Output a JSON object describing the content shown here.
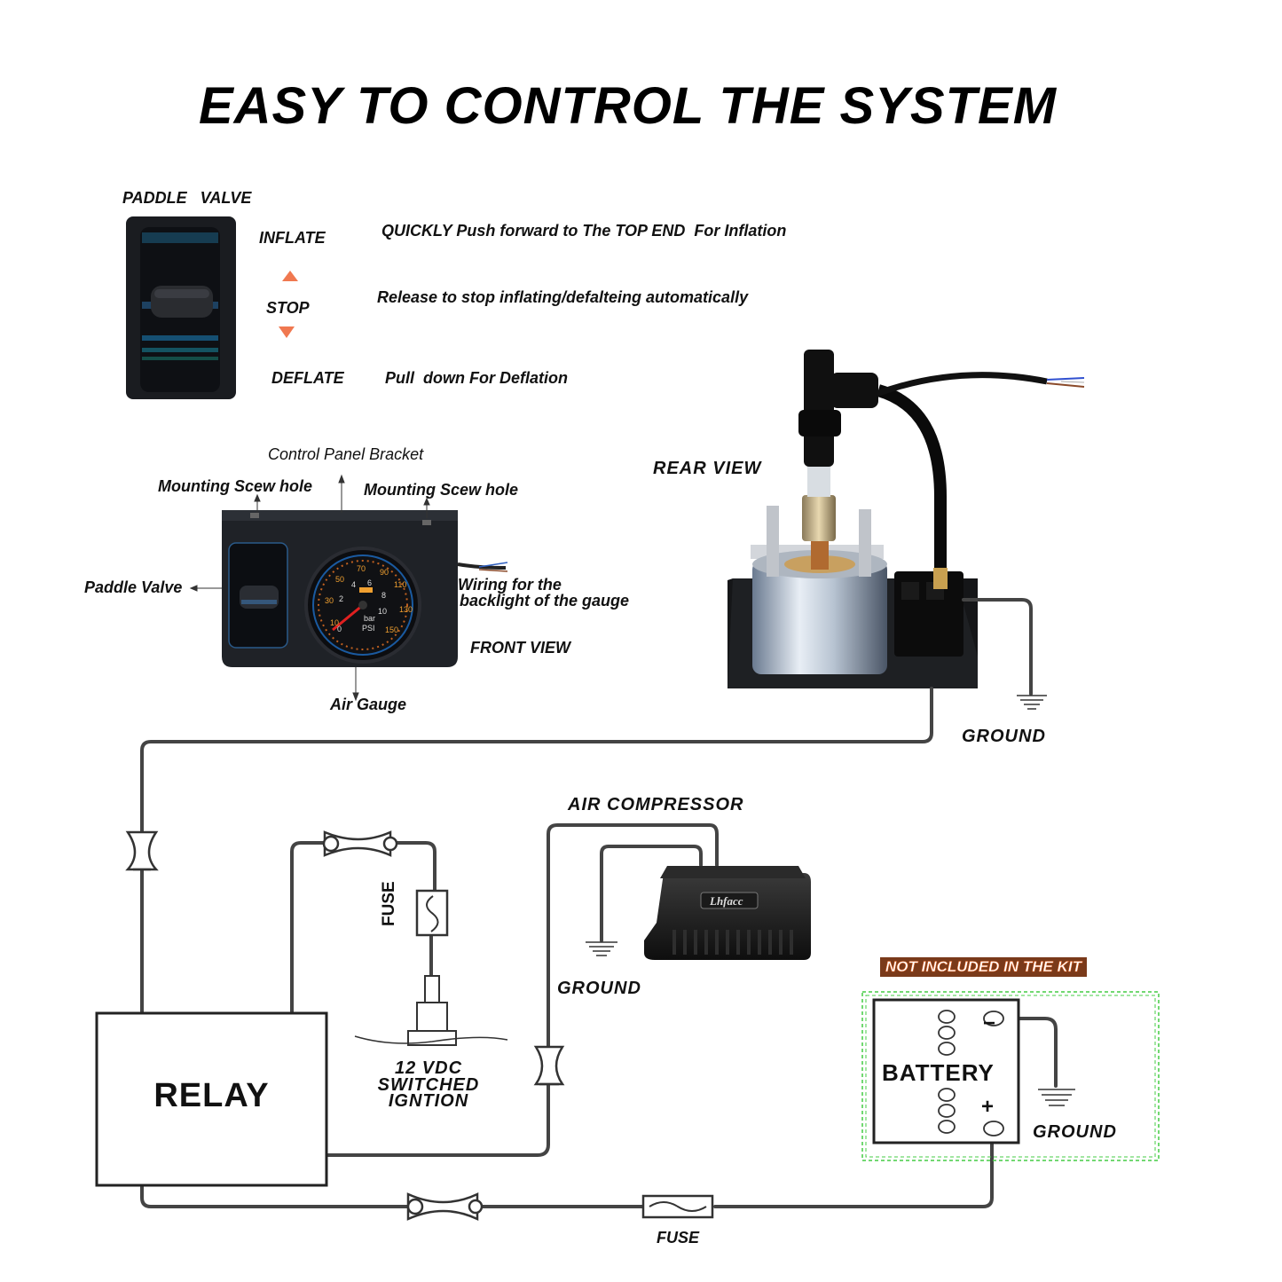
{
  "title": "EASY TO CONTROL THE SYSTEM",
  "paddle_valve": {
    "heading": "PADDLE   VALVE",
    "inflate_label": "INFLATE",
    "stop_label": "STOP",
    "deflate_label": "DEFLATE",
    "inflate_desc": "QUICKLY Push forward to The TOP END  For Inflation",
    "stop_desc": "Release to stop inflating/defalteing automatically",
    "deflate_desc": "Pull  down For Deflation"
  },
  "front_view": {
    "bracket_label": "Control Panel Bracket",
    "screw_hole_left": "Mounting Scew hole",
    "screw_hole_right": "Mounting Scew hole",
    "paddle_label": "Paddle Valve",
    "wiring_label_1": "Wiring for the",
    "wiring_label_2": "backlight of the gauge",
    "view_label": "FRONT VIEW",
    "gauge_label": "Air Gauge",
    "gauge_psi_ticks": [
      "10",
      "30",
      "50",
      "70",
      "90",
      "110",
      "130",
      "150"
    ],
    "gauge_bar_ticks": [
      "0",
      "2",
      "4",
      "6",
      "8",
      "10"
    ],
    "gauge_units_bar": "bar",
    "gauge_units_psi": "PSI"
  },
  "rear_view": {
    "view_label": "REAR VIEW",
    "ground_label": "GROUND"
  },
  "wiring": {
    "compressor_label": "AIR COMPRESSOR",
    "compressor_brand": "Lhfacc",
    "compressor_ground": "GROUND",
    "fuse_label_vertical": "FUSE",
    "ignition_1": "12 VDC",
    "ignition_2": "SWITCHED",
    "ignition_3": "IGNTION",
    "relay_label": "RELAY",
    "not_included": "NOT INCLUDED IN THE KIT",
    "battery_label": "BATTERY",
    "battery_minus": "−",
    "battery_plus": "+",
    "battery_ground": "GROUND",
    "bottom_fuse": "FUSE"
  },
  "colors": {
    "wire": "#444444",
    "arrow": "#f07850",
    "dashed_box": "#44cc44"
  }
}
